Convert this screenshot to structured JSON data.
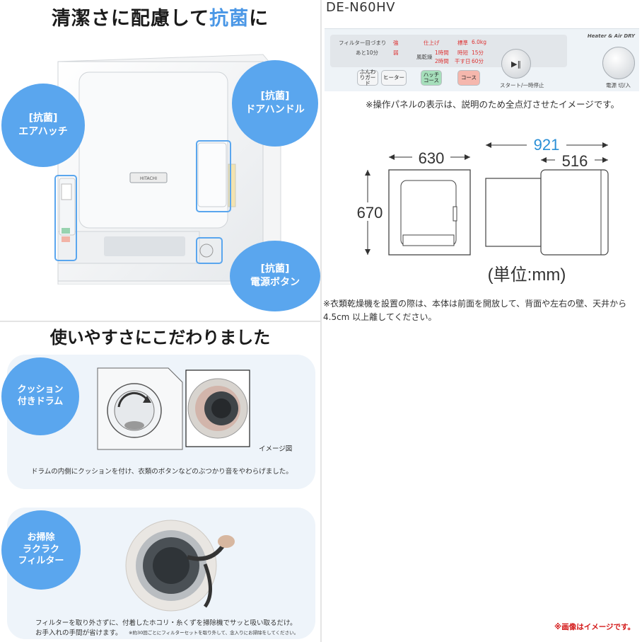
{
  "panel_antibacterial": {
    "heading_main": "清潔さに配慮して",
    "heading_highlight": "抗菌",
    "heading_end": "に",
    "callouts": [
      {
        "tag": "[抗菌]",
        "label": "エアハッチ"
      },
      {
        "tag": "[抗菌]",
        "label": "ドアハンドル"
      },
      {
        "tag": "[抗菌]",
        "label": "電源ボタン"
      }
    ],
    "dryer_brand": "HITACHI"
  },
  "panel_spec": {
    "model": "DE-N60HV",
    "control_panel": {
      "badge": "Heater & Air DRY",
      "filter_label": "フィルター目づまり",
      "remaining_label": "あと10分",
      "strong": "強",
      "weak": "弱",
      "finish": "仕上げ",
      "air_dry": "風乾燥",
      "one_hour": "1時間",
      "two_hours": "2時間",
      "standard": "標準",
      "standard_time": "6.0kg",
      "short": "時短",
      "short_time": "15分",
      "delicate": "干す日",
      "delicate_time": "60分",
      "buttons": [
        "ふんわりガード",
        "ヒーター",
        "ハッチコース",
        "コース"
      ],
      "start_label": "スタート/一時停止",
      "power_label": "電源 切/入"
    },
    "panel_note": "※操作パネルの表示は、説明のため全点灯させたイメージです。",
    "dimensions": {
      "width": "630",
      "height": "670",
      "depth_total": "921",
      "depth_body": "516",
      "unit": "(単位:mm)"
    },
    "install_note": "※衣類乾燥機を設置の際は、本体は前面を開放して、背面や左右の壁、天井から 4.5cm 以上離してください。"
  },
  "panel_easy": {
    "heading": "使いやすさにこだわりました",
    "drum_badge": [
      "クッション",
      "付きドラム"
    ],
    "drum_caption": "ドラムの内側にクッションを付け、衣類のボタンなどのぶつかり音をやわらげました。",
    "image_note": "イメージ図",
    "filter_badge": [
      "お掃除",
      "ラクラク",
      "フィルター"
    ],
    "filter_caption_1": "フィルターを取り外さずに、付着したホコリ・糸くずを掃除機でサッと吸い取るだけ。",
    "filter_caption_2": "お手入れの手間が省けます。",
    "filter_caption_small": "※約30回ごとにフィルターセットを取り外して、念入りにお掃除をしてください。"
  },
  "panel_blank": {
    "disclaimer": "※画像はイメージです。"
  },
  "colors": {
    "accent_blue": "#5aa6ee",
    "card_bg": "#eef4fa",
    "dim_blue": "#2a8fd6",
    "warning_red": "#d41a1a"
  }
}
